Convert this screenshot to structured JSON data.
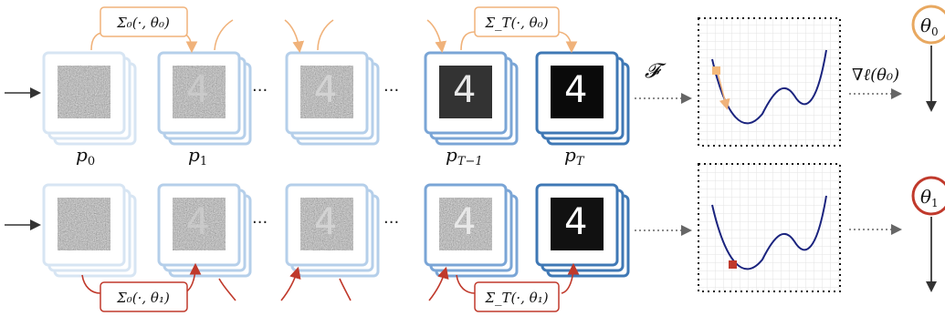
{
  "top_row": {
    "labels": {
      "p0": "p",
      "p0_sub": "0",
      "p1": "p",
      "p1_sub": "1",
      "pTm1": "p",
      "pTm1_sub": "T−1",
      "pT": "p",
      "pT_sub": "T"
    },
    "sigma_left": "Σ₀(·, θ₀)",
    "sigma_right": "Σ_T(·, θ₀)",
    "operator": "𝓕",
    "gradient": "∇ℓ(θ₀)",
    "theta": "θ₀",
    "theta_sub": "0",
    "arrow_color": "#f0b27a",
    "theta_color": "#e8a860"
  },
  "bottom_row": {
    "sigma_left": "Σ₀(·, θ₁)",
    "sigma_right": "Σ_T(·, θ₁)",
    "theta": "θ₁",
    "theta_sub": "1",
    "arrow_color": "#c0392b"
  },
  "ellipsis": "···",
  "colors": {
    "frame_light": "#c9dcef",
    "frame_mid": "#8fb4dd",
    "frame_dark": "#3f78b5",
    "curve": "#1a237e",
    "marker_top": "#f5b97a",
    "marker_bottom": "#c0392b"
  }
}
